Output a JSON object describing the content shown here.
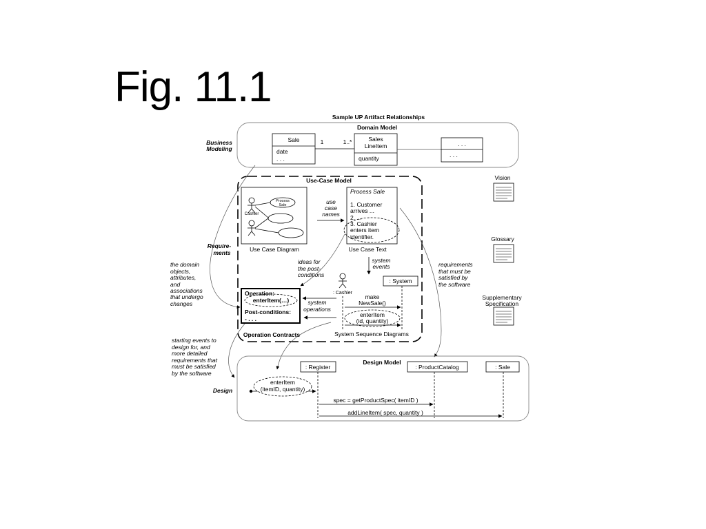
{
  "figure_title": "Fig. 11.1",
  "diagram_title": "Sample UP Artifact Relationships",
  "disciplines": {
    "business_line1": "Business",
    "business_line2": "Modeling",
    "requirements_line1": "Require-",
    "requirements_line2": "ments",
    "design": "Design"
  },
  "domain_model": {
    "title": "Domain Model",
    "sale_name": "Sale",
    "sale_attr1": "date",
    "sale_attr2": ". . .",
    "mult_left": "1",
    "mult_right": "1..*",
    "sli_name1": "Sales",
    "sli_name2": "LineItem",
    "sli_attr": "quantity",
    "other_name": ". . .",
    "other_attr": ". . ."
  },
  "use_case_model": {
    "title": "Use-Case Model",
    "ucd_ellipse_line1": "Process",
    "ucd_ellipse_line2": "Sale",
    "ucd_actor": "Cashier",
    "ucd_caption": "Use Case Diagram",
    "use_case_names_1": "use",
    "use_case_names_2": "case",
    "use_case_names_3": "names",
    "uct_title": "Process Sale",
    "uct_line1": "1. Customer",
    "uct_line2": "arrives ...",
    "uct_line3": "2. ...",
    "uct_line4": "3. Cashier",
    "uct_line5": "enters item",
    "uct_line6": "identifier.",
    "uct_caption": "Use Case Text",
    "ideas_1": "ideas for",
    "ideas_2": "the post-",
    "ideas_3": "conditions",
    "system_events_1": "system",
    "system_events_2": "events",
    "ssd_actor": ": Cashier",
    "ssd_system": ": System",
    "ssd_msg1_1": "make",
    "ssd_msg1_2": "NewSale()",
    "ssd_msg2_1": "enterItem",
    "ssd_msg2_2": "(id, quantity)",
    "ssd_caption": "System Sequence Diagrams",
    "system_ops_1": "system",
    "system_ops_2": "operations",
    "oc_operation": "Operation:",
    "oc_op_name": "enterItem(…)",
    "oc_post": "Post-conditions:",
    "oc_post_item": "- . . .",
    "oc_caption": "Operation Contracts"
  },
  "artifacts": {
    "vision": "Vision",
    "glossary": "Glossary",
    "supp_1": "Supplementary",
    "supp_2": "Specification"
  },
  "notes": {
    "domain_1": "the domain",
    "domain_2": "objects,",
    "domain_3": "attributes,",
    "domain_4": "and",
    "domain_5": "associations",
    "domain_6": "that undergo",
    "domain_7": "changes",
    "req_1": "requirements",
    "req_2": "that must be",
    "req_3": "satisfied by",
    "req_4": "the software",
    "start_1": "starting events to",
    "start_2": "design for, and",
    "start_3": "more detailed",
    "start_4": "requirements that",
    "start_5": "must be satisfied",
    "start_6": "by the software"
  },
  "design_model": {
    "title": "Design Model",
    "register": ": Register",
    "catalog": ": ProductCatalog",
    "sale": ": Sale",
    "enter_1": "enterItem",
    "enter_2": "(itemID, quantity)",
    "msg_spec": "spec = getProductSpec( itemID )",
    "msg_add": "addLineItem( spec, quantity )"
  }
}
